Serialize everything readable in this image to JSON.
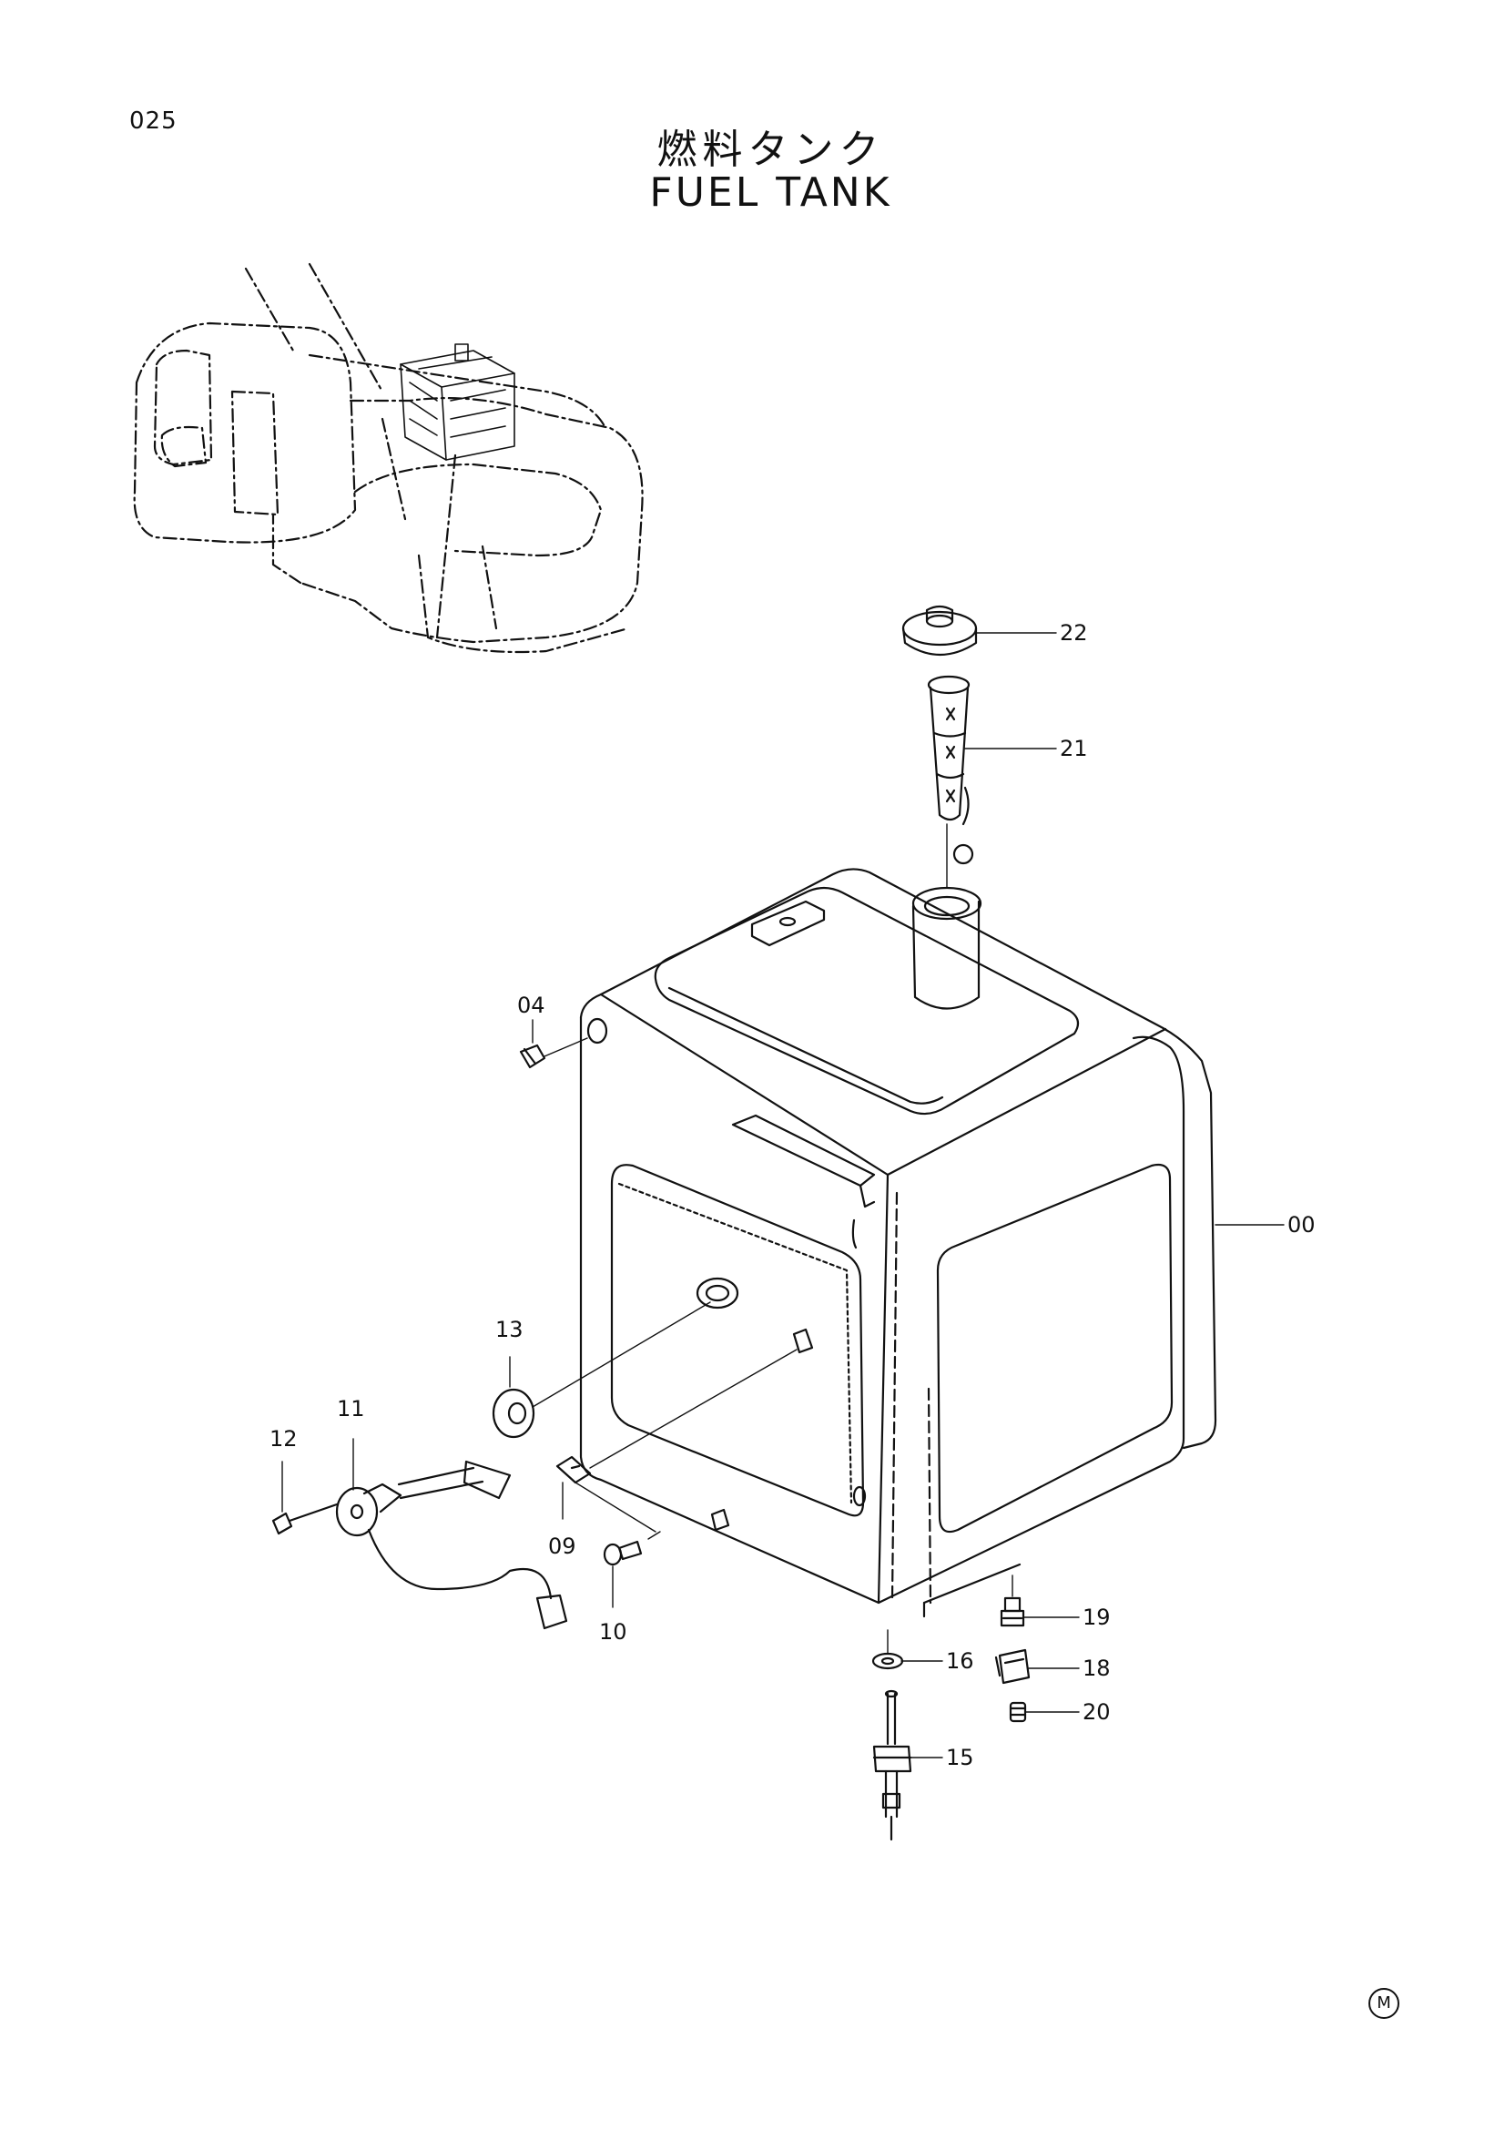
{
  "header": {
    "page_number": "025",
    "title_jp": "燃料タンク",
    "title_en": "FUEL TANK"
  },
  "callouts": [
    {
      "id": "c22",
      "label": "22"
    },
    {
      "id": "c21",
      "label": "21"
    },
    {
      "id": "c04",
      "label": "04"
    },
    {
      "id": "c00",
      "label": "00"
    },
    {
      "id": "c13",
      "label": "13"
    },
    {
      "id": "c11",
      "label": "11"
    },
    {
      "id": "c12",
      "label": "12"
    },
    {
      "id": "c09",
      "label": "09"
    },
    {
      "id": "c10",
      "label": "10"
    },
    {
      "id": "c19",
      "label": "19"
    },
    {
      "id": "c16",
      "label": "16"
    },
    {
      "id": "c18",
      "label": "18"
    },
    {
      "id": "c20",
      "label": "20"
    },
    {
      "id": "c15",
      "label": "15"
    }
  ],
  "footer": {
    "mark": "M"
  }
}
